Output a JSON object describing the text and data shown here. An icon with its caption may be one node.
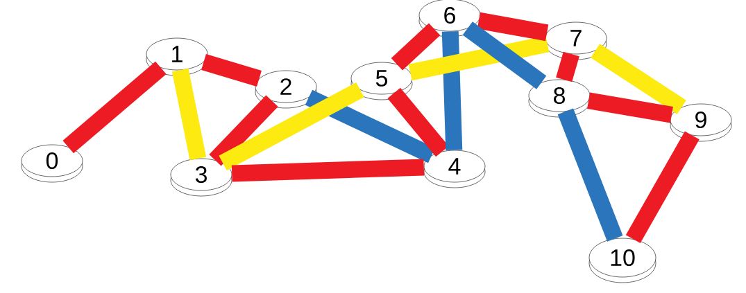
{
  "diagram": {
    "nodes": [
      {
        "text": [
          "0"
        ]
      },
      {
        "text": [
          "1"
        ]
      },
      {
        "text": [
          "2"
        ]
      },
      {
        "text": [
          "3"
        ]
      },
      {
        "text": [
          "4"
        ]
      },
      {
        "text": [
          "5"
        ]
      },
      {
        "text": [
          "6"
        ]
      },
      {
        "text": [
          "7"
        ]
      },
      {
        "text": [
          "8"
        ]
      },
      {
        "text": [
          "9"
        ]
      },
      {
        "text": [
          "10"
        ]
      }
    ],
    "edges": [
      {
        "from": 0,
        "to": 1,
        "arrow": "none"
      },
      {
        "from": 1,
        "to": 2,
        "arrow": "none"
      },
      {
        "from": 1,
        "to": 3,
        "arrow": "none",
        "color": "#fcea10"
      },
      {
        "from": 2,
        "to": 3,
        "arrow": "none"
      },
      {
        "from": 2,
        "to": 4,
        "arrow": "none",
        "color": "#2a75bb"
      },
      {
        "from": 3,
        "to": 5,
        "arrow": "none",
        "color": "#fcea10"
      },
      {
        "from": 3,
        "to": 4,
        "arrow": "none"
      },
      {
        "from": 5,
        "to": 4,
        "arrow": "none"
      },
      {
        "from": 5,
        "to": 6,
        "arrow": "none"
      },
      {
        "from": 6,
        "to": 4,
        "arrow": "none",
        "color": "#2a75bb"
      },
      {
        "from": 5,
        "to": 7,
        "arrow": "none",
        "color": "#fcea10"
      },
      {
        "from": 6,
        "to": 7,
        "arrow": "none"
      },
      {
        "from": 6,
        "to": 8,
        "arrow": "none",
        "color": "#2a75bb"
      },
      {
        "from": 7,
        "to": 8,
        "arrow": "none"
      },
      {
        "from": 7,
        "to": 9,
        "arrow": "none",
        "color": "#fcea10"
      },
      {
        "from": 8,
        "to": 9,
        "arrow": "none"
      },
      {
        "from": 8,
        "to": 10,
        "arrow": "none",
        "color": "#2a75bb"
      },
      {
        "from": 9,
        "to": 10,
        "arrow": "none"
      }
    ]
  }
}
